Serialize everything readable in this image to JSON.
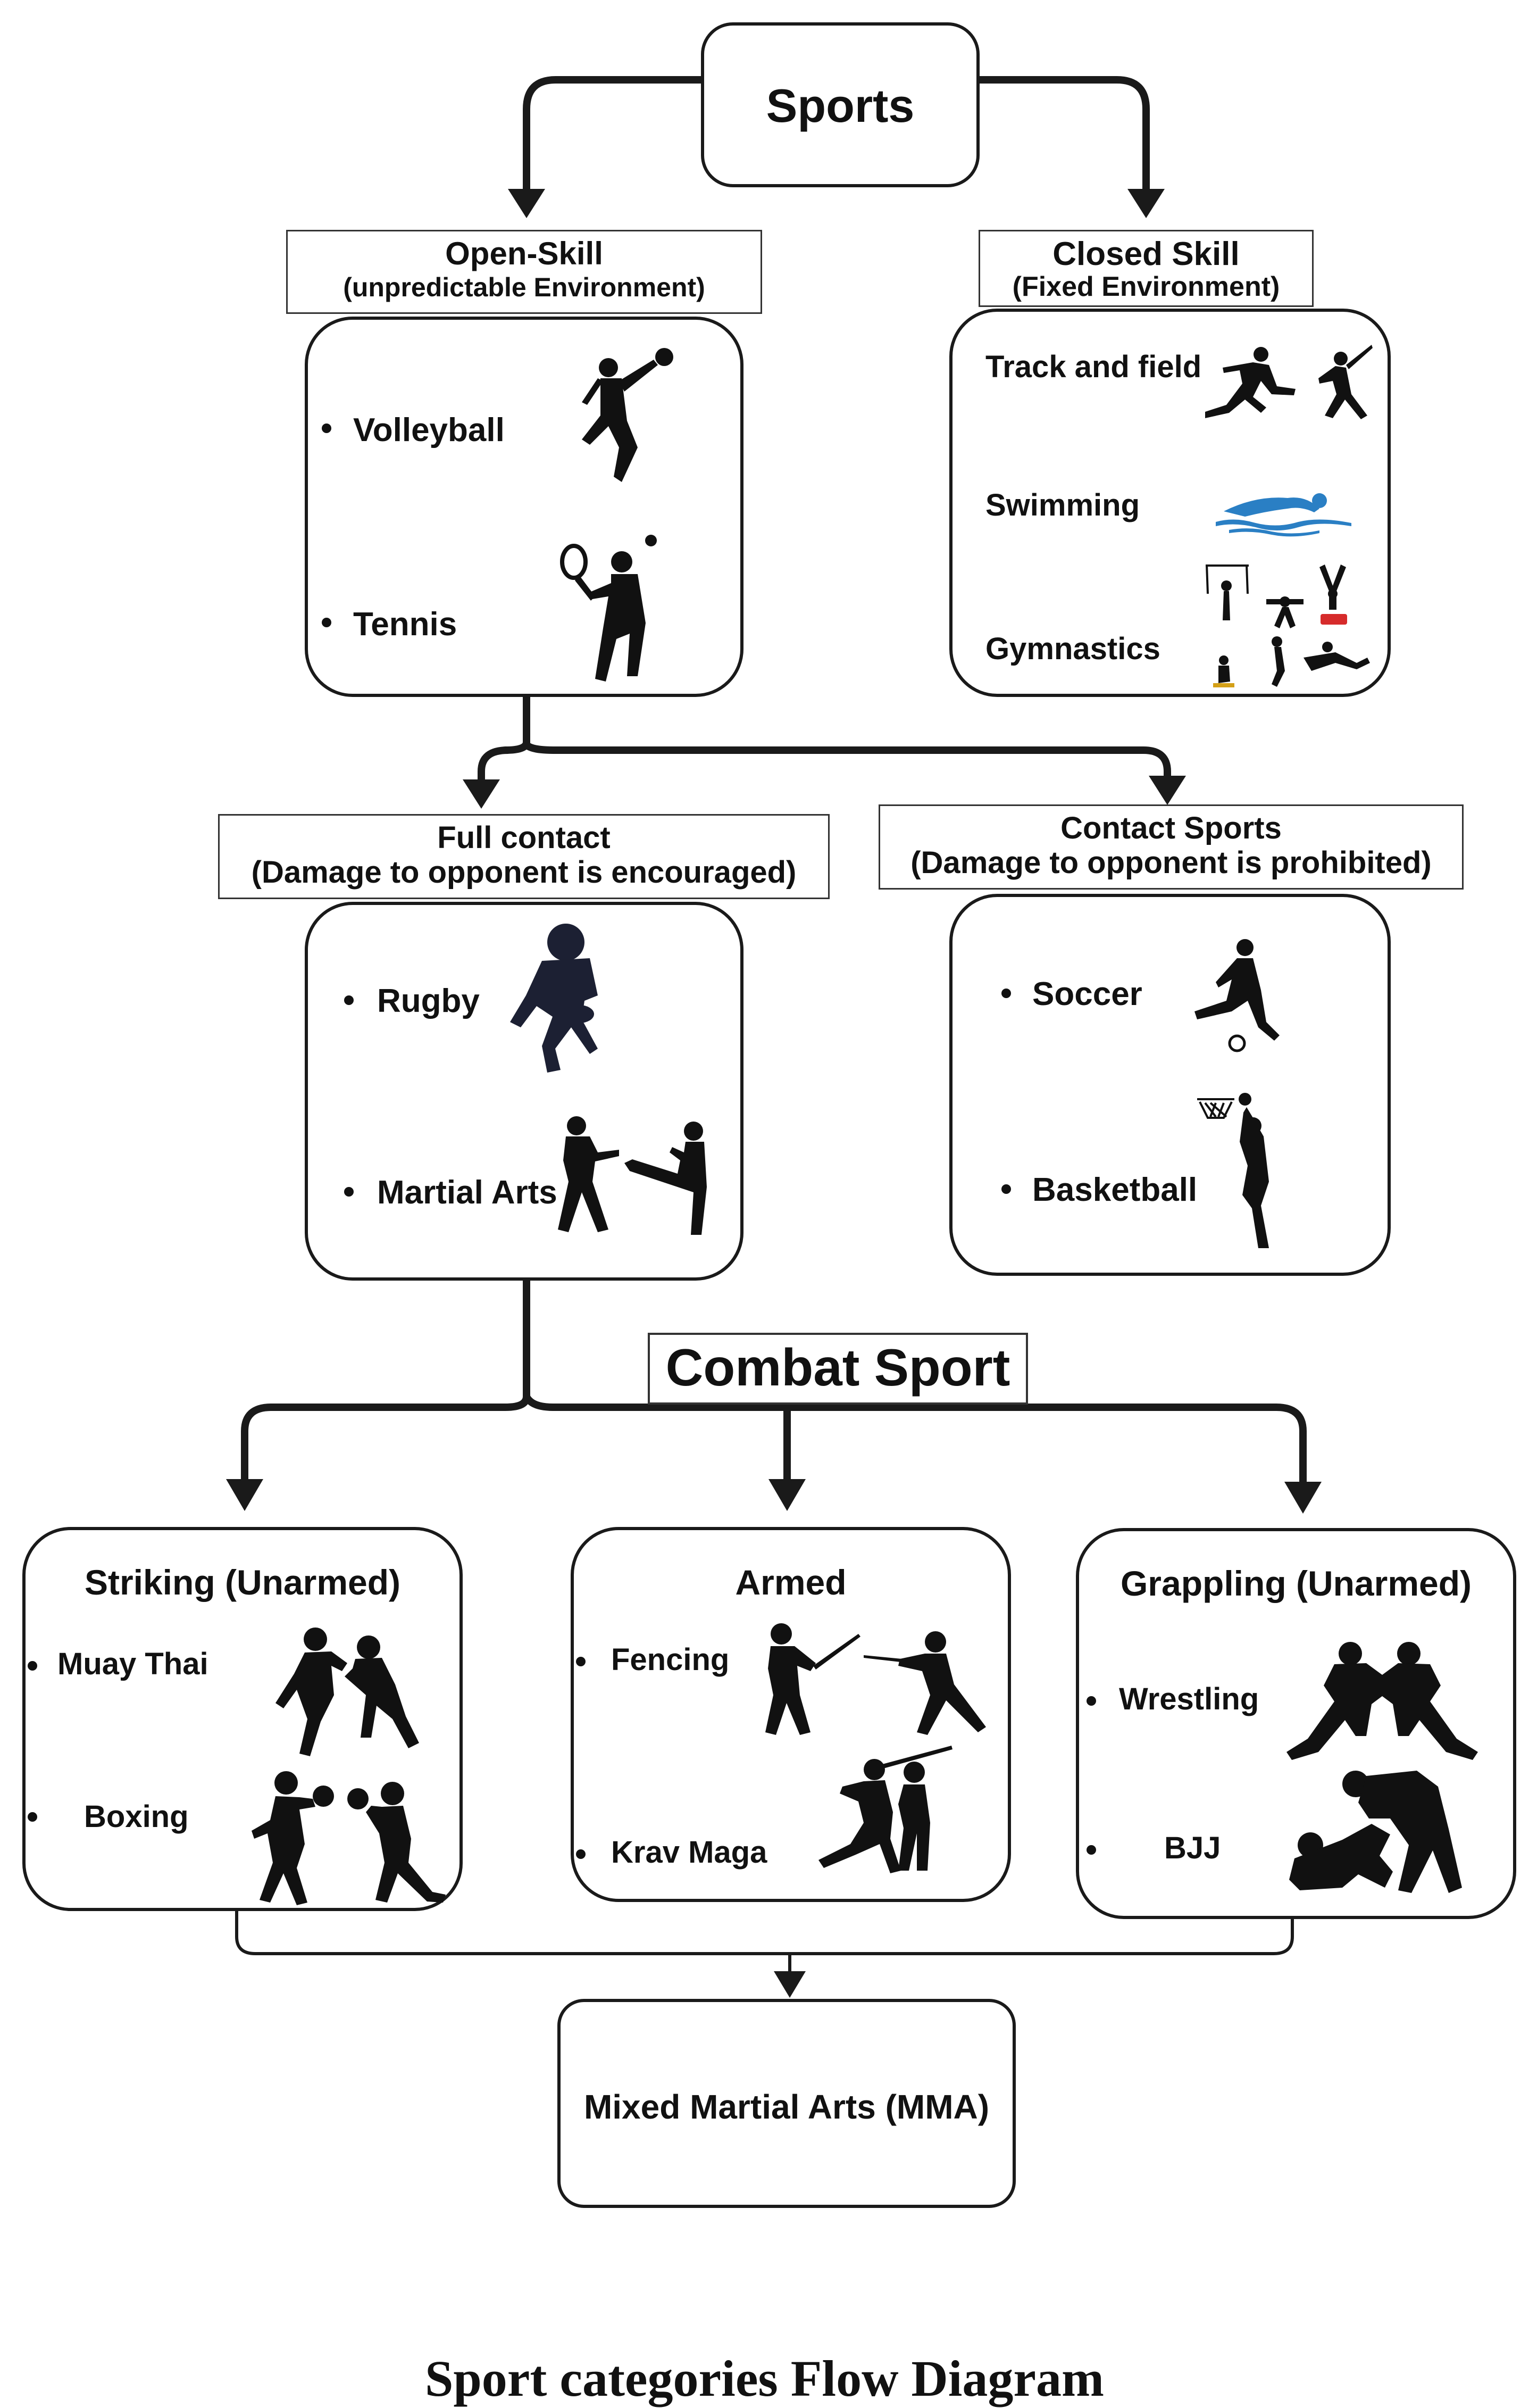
{
  "root": {
    "label": "Sports"
  },
  "open_skill": {
    "title": "Open-Skill",
    "subtitle": "(unpredictable Environment)",
    "items": [
      "Volleyball",
      "Tennis"
    ],
    "icons": [
      "volleyball-player-icon",
      "tennis-player-icon"
    ]
  },
  "closed_skill": {
    "title": "Closed Skill",
    "subtitle": "(Fixed Environment)",
    "items": [
      "Track and field",
      "Swimming",
      "Gymnastics"
    ],
    "icons": [
      "track-and-field-icon",
      "swimmer-icon",
      "gymnast-icon"
    ]
  },
  "full_contact": {
    "title": "Full contact",
    "subtitle": "(Damage to opponent is encouraged)",
    "items": [
      "Rugby",
      "Martial Arts"
    ],
    "icons": [
      "rugby-player-icon",
      "martial-arts-fighters-icon"
    ]
  },
  "contact_sports": {
    "title": "Contact Sports",
    "subtitle": "(Damage to opponent is prohibited)",
    "items": [
      "Soccer",
      "Basketball"
    ],
    "icons": [
      "soccer-player-icon",
      "basketball-player-icon"
    ]
  },
  "combat_label": "Combat Sport",
  "striking": {
    "title": "Striking (Unarmed)",
    "items": [
      "Muay Thai",
      "Boxing"
    ],
    "icons": [
      "muay-thai-fighters-icon",
      "boxers-icon"
    ]
  },
  "armed": {
    "title": "Armed",
    "items": [
      "Fencing",
      "Krav Maga"
    ],
    "icons": [
      "fencers-icon",
      "krav-maga-fighters-icon"
    ]
  },
  "grappling": {
    "title": "Grappling (Unarmed)",
    "items": [
      "Wrestling",
      "BJJ"
    ],
    "icons": [
      "wrestlers-icon",
      "bjj-grapplers-icon"
    ]
  },
  "mma": {
    "label": "Mixed Martial Arts (MMA)"
  },
  "caption": "Sport categories Flow Diagram",
  "colors": {
    "ink": "#1a1a1a",
    "swim_blue": "#2a7fc4",
    "gym_red": "#d62b2b"
  }
}
